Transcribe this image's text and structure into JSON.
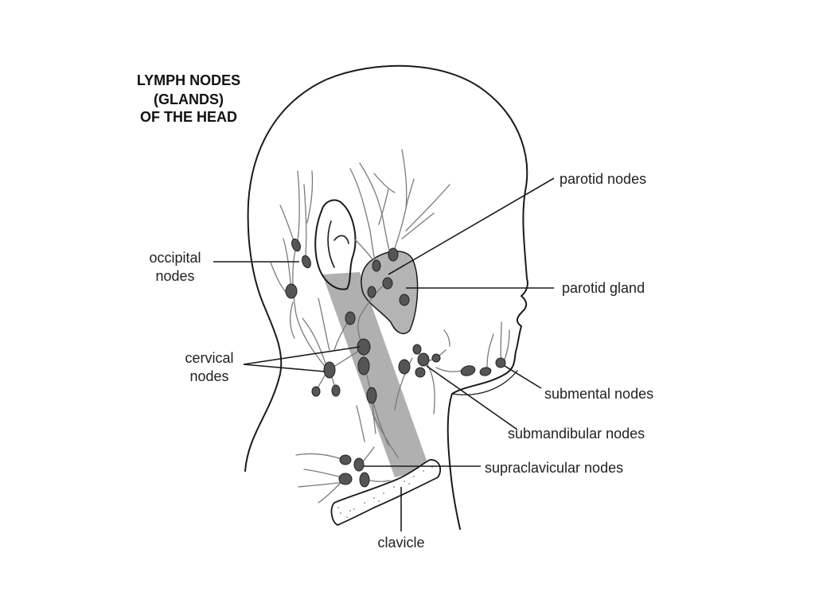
{
  "title": {
    "lines": [
      "LYMPH NODES",
      "(GLANDS)",
      "OF THE HEAD"
    ]
  },
  "labels": {
    "parotid_nodes": "parotid nodes",
    "occipital_nodes": [
      "occipital",
      "nodes"
    ],
    "parotid_gland": "parotid gland",
    "cervical_nodes": [
      "cervical",
      "nodes"
    ],
    "submental_nodes": "submental nodes",
    "submandibular_nodes": "submandibular nodes",
    "supraclavicular_nodes": "supraclavicular nodes",
    "clavicle": "clavicle"
  },
  "colors": {
    "node_fill": "#555555",
    "gland_fill": "#b4b4b4",
    "muscle_fill": "#b0b0b0",
    "outline": "#1a1a1a",
    "vessel": "#7a7a7a"
  }
}
